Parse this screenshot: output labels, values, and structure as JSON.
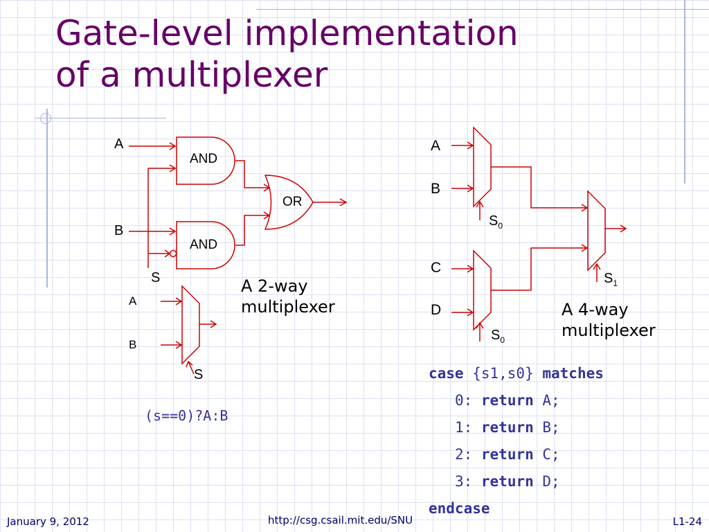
{
  "title": {
    "line1": "Gate-level implementation",
    "line2": "of a multiplexer"
  },
  "two_way": {
    "input_a": "A",
    "input_b": "B",
    "select": "S",
    "gate_and_top": "AND",
    "gate_and_bottom": "AND",
    "gate_or": "OR",
    "caption_line1": "A 2-way",
    "caption_line2": "multiplexer",
    "symbol_input_a": "A",
    "symbol_input_b": "B",
    "symbol_select": "S",
    "expression": "(s==0)?A:B"
  },
  "four_way": {
    "input_a": "A",
    "input_b": "B",
    "input_c": "C",
    "input_d": "D",
    "select_top": "S",
    "select_top_sub": "0",
    "select_bottom": "S",
    "select_bottom_sub": "0",
    "select_final": "S",
    "select_final_sub": "1",
    "caption_line1": "A 4-way",
    "caption_line2": "multiplexer"
  },
  "code": {
    "kw_case": "case",
    "case_expr": " {s1,s0} ",
    "kw_matches": "matches",
    "rows": [
      {
        "indent": "   ",
        "key": "0:",
        "kw": "return",
        "val": " A;"
      },
      {
        "indent": "   ",
        "key": "1:",
        "kw": "return",
        "val": " B;"
      },
      {
        "indent": "   ",
        "key": "2:",
        "kw": "return",
        "val": " C;"
      },
      {
        "indent": "   ",
        "key": "3:",
        "kw": "return",
        "val": " D;"
      }
    ],
    "kw_endcase": "endcase"
  },
  "footer": {
    "date": "January 9, 2012",
    "url": "http://csg.csail.mit.edu/SNU",
    "slide": "L1-24"
  },
  "colors": {
    "title": "#660066",
    "wire": "#cc0000",
    "code": "#333399",
    "grid": "#d6dcef",
    "accent_rule": "#a9b5df"
  }
}
